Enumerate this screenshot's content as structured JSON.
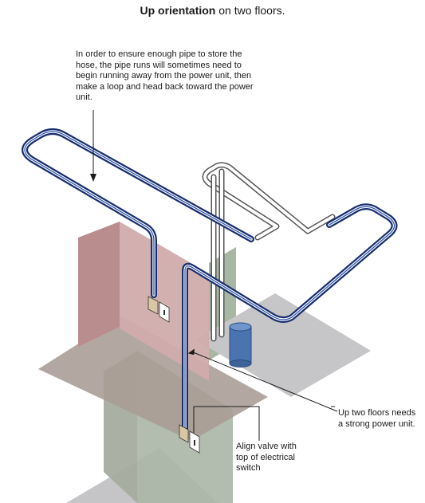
{
  "title": {
    "bold": "Up orientation",
    "rest": " on two floors."
  },
  "callouts": {
    "pipe_loop_note": "In order to ensure enough pipe to store the hose, the pipe runs will sometimes need to begin running away from the power unit, then make a loop and head back toward the power unit.",
    "power_unit_note": "Up two floors needs a strong power unit.",
    "valve_note": "Align valve with top of electrical switch"
  },
  "colors": {
    "pipe_blue": "#1e3f8f",
    "upper_wall": "#c79a9a",
    "upper_floor": "#aea39c",
    "lower_wall": "#a9b3a6",
    "lower_floor": "#c5c5c7",
    "power_unit": "#4a74b0"
  }
}
